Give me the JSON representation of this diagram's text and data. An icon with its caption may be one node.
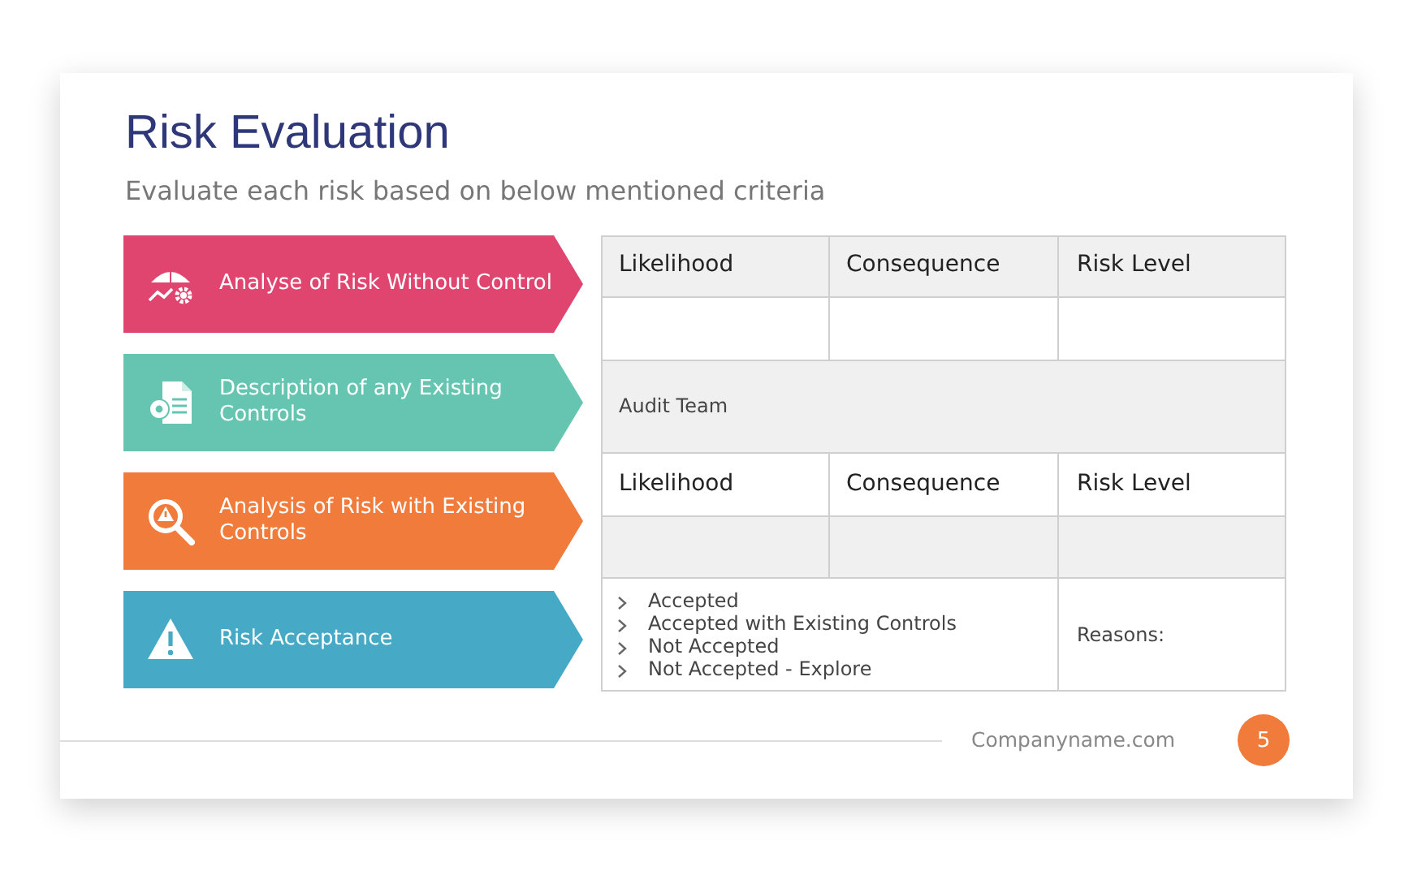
{
  "diagram": {
    "title": "Risk Evaluation",
    "nodes": [
      {
        "text": [
          "Analyse of Risk Without Control"
        ]
      },
      {
        "text": [
          "Description of any Existing Controls"
        ]
      },
      {
        "text": [
          "Analysis of Risk with Existing Controls"
        ]
      },
      {
        "text": [
          "Risk Acceptance"
        ]
      }
    ],
    "labels": [
      "Evaluate each risk based on below mentioned criteria",
      "Likelihood",
      "Consequence",
      "Risk Level",
      "Audit Team",
      "Likelihood",
      "Consequence",
      "Risk Level",
      "Accepted",
      "Accepted with Existing Controls",
      "Not Accepted",
      "Not Accepted - Explore",
      "Reasons:",
      "Companyname.com",
      "5"
    ]
  }
}
